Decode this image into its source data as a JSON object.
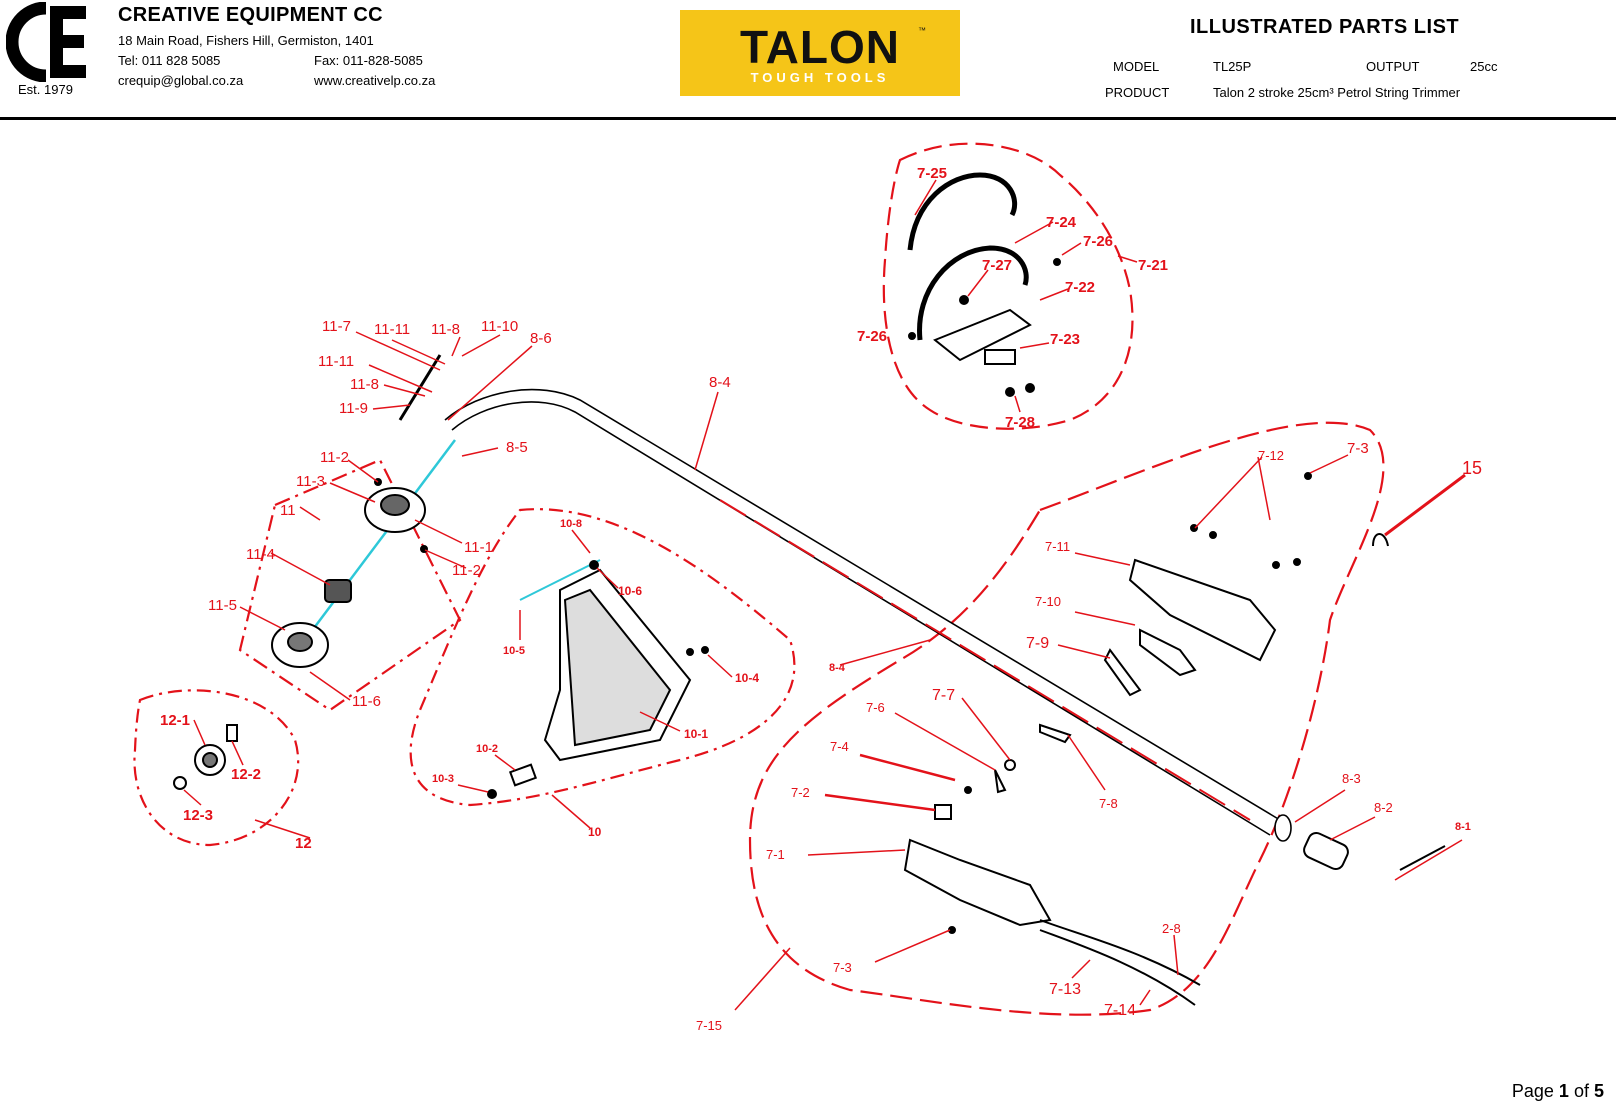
{
  "company": {
    "name": "CREATIVE EQUIPMENT CC",
    "address": "18 Main Road, Fishers Hill, Germiston, 1401",
    "tel": "Tel: 011 828 5085",
    "fax": "Fax: 011-828-5085",
    "email": "crequip@global.co.za",
    "website": "www.creativelp.co.za",
    "established": "Est. 1979"
  },
  "brand": {
    "name": "TALON",
    "tagline": "TOUGH TOOLS",
    "trademark": "™"
  },
  "document": {
    "title": "ILLUSTRATED PARTS LIST",
    "model_label": "MODEL",
    "model_value": "TL25P",
    "output_label": "OUTPUT",
    "output_value": "25cc",
    "product_label": "PRODUCT",
    "product_value": "Talon 2 stroke 25cm³ Petrol String Trimmer"
  },
  "diagram": {
    "labels": {
      "l_7_25": "7-25",
      "l_7_24": "7-24",
      "l_7_26a": "7-26",
      "l_7_21": "7-21",
      "l_7_27": "7-27",
      "l_7_22": "7-22",
      "l_7_26b": "7-26",
      "l_7_23": "7-23",
      "l_7_28": "7-28",
      "l_11_7": "11-7",
      "l_11_11a": "11-11",
      "l_11_8a": "11-8",
      "l_11_10": "11-10",
      "l_8_6": "8-6",
      "l_11_11b": "11-11",
      "l_11_8b": "11-8",
      "l_11_9": "11-9",
      "l_8_4": "8-4",
      "l_8_5": "8-5",
      "l_11_2a": "11-2",
      "l_11_3": "11-3",
      "l_11": "11",
      "l_11_1": "11-1",
      "l_11_2b": "11-2",
      "l_11_4": "11-4",
      "l_11_5": "11-5",
      "l_11_6": "11-6",
      "l_10_8": "10-8",
      "l_10_6": "10-6",
      "l_10_5": "10-5",
      "l_10_4": "10-4",
      "l_10_1": "10-1",
      "l_10_2": "10-2",
      "l_10_3": "10-3",
      "l_10": "10",
      "l_12_1": "12-1",
      "l_12_2": "12-2",
      "l_12_3": "12-3",
      "l_12": "12",
      "l_7_12": "7-12",
      "l_7_3a": "7-3",
      "l_15": "15",
      "l_7_11": "7-11",
      "l_7_10": "7-10",
      "l_7_9": "7-9",
      "l_8_4b": "8-4",
      "l_7_6": "7-6",
      "l_7_7": "7-7",
      "l_7_4": "7-4",
      "l_7_8": "7-8",
      "l_7_2": "7-2",
      "l_8_3": "8-3",
      "l_8_2": "8-2",
      "l_8_1": "8-1",
      "l_7_1": "7-1",
      "l_7_3b": "7-3",
      "l_2_8": "2-8",
      "l_7_13": "7-13",
      "l_7_14": "7-14",
      "l_7_15": "7-15"
    }
  },
  "footer": {
    "page_label": "Page",
    "page_current": "1",
    "page_of": "of",
    "page_total": "5"
  },
  "colors": {
    "callout": "#e3121a",
    "brand_yellow": "#f5c518",
    "axis_line": "#2ec8d8"
  }
}
